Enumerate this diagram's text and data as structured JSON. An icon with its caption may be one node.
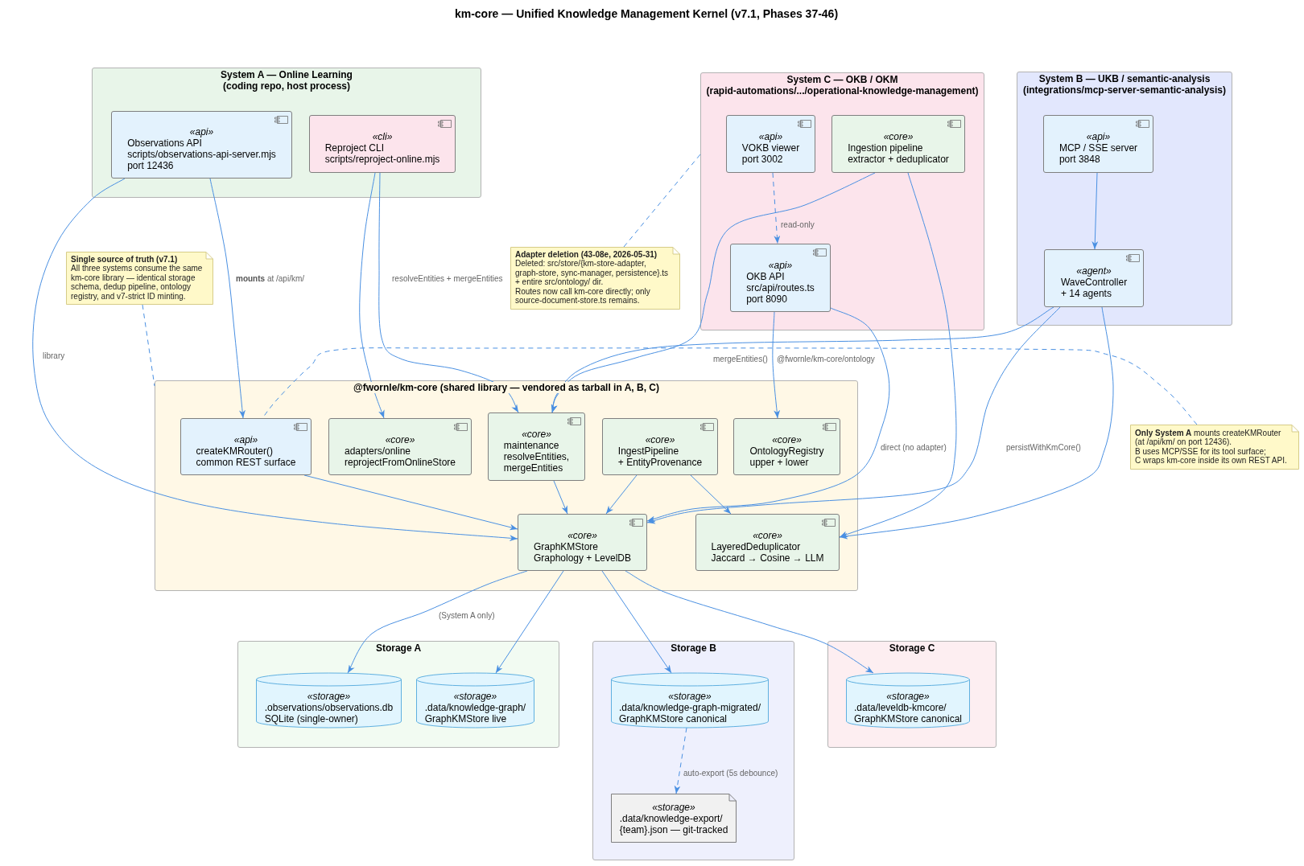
{
  "diagram": {
    "title": "km-core — Unified Knowledge Management Kernel (v7.1, Phases 37-46)",
    "nodes": [
      {
        "text": [
          "System A — Online Learning",
          "(coding repo, host process)"
        ]
      },
      {
        "text": [
          "«api»",
          "Observations API",
          "scripts/observations-api-server.mjs",
          "port 12436"
        ],
        "in": 0
      },
      {
        "text": [
          "«cli»",
          "Reproject CLI",
          "scripts/reproject-online.mjs"
        ],
        "in": 0
      },
      {
        "text": [
          "System C — OKB / OKM",
          "(rapid-automations/.../operational-knowledge-management)"
        ]
      },
      {
        "text": [
          "«api»",
          "VOKB viewer",
          "port 3002"
        ],
        "in": 3
      },
      {
        "text": [
          "«core»",
          "Ingestion pipeline",
          "extractor + deduplicator"
        ],
        "in": 3
      },
      {
        "text": [
          "«api»",
          "OKB API",
          "src/api/routes.ts",
          "port 8090"
        ],
        "in": 3
      },
      {
        "text": [
          "System B — UKB / semantic-analysis",
          "(integrations/mcp-server-semantic-analysis)"
        ]
      },
      {
        "text": [
          "«api»",
          "MCP / SSE server",
          "port 3848"
        ],
        "in": 7
      },
      {
        "text": [
          "«agent»",
          "WaveController",
          "+ 14 agents"
        ],
        "in": 7
      },
      {
        "text": [
          "Single source of truth (v7.1)",
          "All three systems consume the same km-core library — identical storage schema, dedup pipeline, ontology registry, and v7-strict ID minting."
        ]
      },
      {
        "text": [
          "Adapter deletion (43-08e, 2026-05-31)",
          "Deleted: src/store/{km-store-adapter, graph-store, sync-manager, persistence}.ts + entire src/ontology/ dir.",
          "Routes now call km-core directly; only source-document-store.ts remains."
        ]
      },
      {
        "text": [
          "@fwornle/km-core (shared library — vendored as tarball in A, B, C)"
        ]
      },
      {
        "text": [
          "«api»",
          "createKMRouter()",
          "common REST surface"
        ],
        "in": 12
      },
      {
        "text": [
          "«core»",
          "adapters/online",
          "reprojectFromOnlineStore"
        ],
        "in": 12
      },
      {
        "text": [
          "«core»",
          "maintenance",
          "resolveEntities,",
          "mergeEntities"
        ],
        "in": 12
      },
      {
        "text": [
          "«core»",
          "IngestPipeline",
          "+ EntityProvenance"
        ],
        "in": 12
      },
      {
        "text": [
          "«core»",
          "OntologyRegistry",
          "upper + lower"
        ],
        "in": 12
      },
      {
        "text": [
          "«core»",
          "GraphKMStore",
          "Graphology + LevelDB"
        ],
        "in": 12
      },
      {
        "text": [
          "«core»",
          "LayeredDeduplicator",
          "Jaccard → Cosine → LLM"
        ],
        "in": 12
      },
      {
        "text": [
          "**Only System A** mounts createKMRouter (at /api/km/ on port 12436).",
          "B uses MCP/SSE for its tool surface;",
          "C wraps km-core inside its own REST API."
        ]
      },
      {
        "text": [
          "Storage A"
        ]
      },
      {
        "text": [
          "«storage»",
          ".observations/observations.db",
          "SQLite (single-owner)"
        ],
        "in": 21
      },
      {
        "text": [
          "«storage»",
          ".data/knowledge-graph/",
          "GraphKMStore live"
        ],
        "in": 21
      },
      {
        "text": [
          "Storage B"
        ]
      },
      {
        "text": [
          "«storage»",
          ".data/knowledge-graph-migrated/",
          "GraphKMStore canonical"
        ],
        "in": 24
      },
      {
        "text": [
          "«storage»",
          ".data/knowledge-export/",
          "{team}.json — git-tracked"
        ],
        "in": 24
      },
      {
        "text": [
          "Storage C"
        ]
      },
      {
        "text": [
          "«storage»",
          ".data/leveldb-kmcore/",
          "GraphKMStore canonical"
        ],
        "in": 27
      }
    ],
    "edges": [
      {
        "from": 1,
        "to": 13,
        "arrow": "to",
        "label": "**mounts** at /api/km/"
      },
      {
        "from": 1,
        "to": 18,
        "arrow": "to",
        "label": "library"
      },
      {
        "from": 2,
        "to": 14,
        "arrow": "to"
      },
      {
        "from": 2,
        "to": 15,
        "arrow": "to",
        "label": "resolveEntities + mergeEntities"
      },
      {
        "from": 4,
        "to": 6,
        "arrow": "to",
        "label": "read-only",
        "style": "dashed"
      },
      {
        "from": 8,
        "to": 9,
        "arrow": "to"
      },
      {
        "from": 6,
        "to": 17,
        "arrow": "to",
        "label": "@fwornle/km-core/ontology"
      },
      {
        "from": 6,
        "to": 18,
        "arrow": "to",
        "label": "direct (no adapter)"
      },
      {
        "from": 5,
        "to": 15,
        "arrow": "to"
      },
      {
        "from": 5,
        "to": 19,
        "arrow": "to"
      },
      {
        "from": 9,
        "to": 15,
        "arrow": "to",
        "label": "mergeEntities()"
      },
      {
        "from": 9,
        "to": 18,
        "arrow": "to",
        "label": "persistWithKmCore()"
      },
      {
        "from": 9,
        "to": 19,
        "arrow": "to"
      },
      {
        "from": 13,
        "to": 18,
        "arrow": "to"
      },
      {
        "from": 15,
        "to": 18,
        "arrow": "to"
      },
      {
        "from": 16,
        "to": 18,
        "arrow": "to"
      },
      {
        "from": 16,
        "to": 19,
        "arrow": "to"
      },
      {
        "from": 18,
        "to": 22,
        "arrow": "to",
        "label": "(System A only)"
      },
      {
        "from": 18,
        "to": 23,
        "arrow": "to"
      },
      {
        "from": 18,
        "to": 25,
        "arrow": "to"
      },
      {
        "from": 18,
        "to": 28,
        "arrow": "to"
      },
      {
        "from": 25,
        "to": 26,
        "arrow": "to",
        "label": "auto-export (5s debounce)",
        "style": "dashed"
      },
      {
        "from": 10,
        "to": 12,
        "arrow": "none",
        "style": "dashed"
      },
      {
        "from": 11,
        "to": 3,
        "arrow": "none",
        "style": "dashed"
      },
      {
        "from": 20,
        "to": 13,
        "arrow": "none",
        "style": "dashed"
      }
    ]
  }
}
